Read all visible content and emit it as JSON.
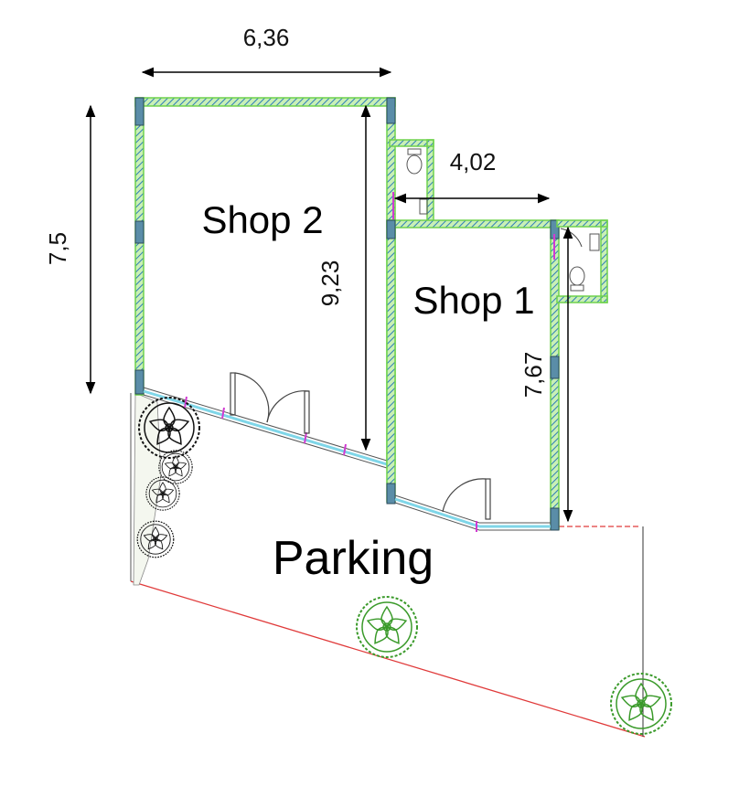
{
  "rooms": {
    "shop2": "Shop 2",
    "shop1": "Shop 1",
    "parking": "Parking"
  },
  "dimensions": {
    "top_width": "6,36",
    "left_height": "7,5",
    "shop2_depth": "9,23",
    "shop1_width": "4,02",
    "shop1_depth": "7,67"
  },
  "colors": {
    "wall_outline": "#6fd24c",
    "wall_hatch": "#2e7db8",
    "column": "#5a8da8",
    "glazing": "#7fd6e8",
    "boundary": "#e03a3a",
    "tree": "#3a9a2a"
  },
  "icons": [
    "dimension-arrow-icon",
    "toilet-icon",
    "sink-icon",
    "door-swing-icon",
    "tree-icon"
  ]
}
